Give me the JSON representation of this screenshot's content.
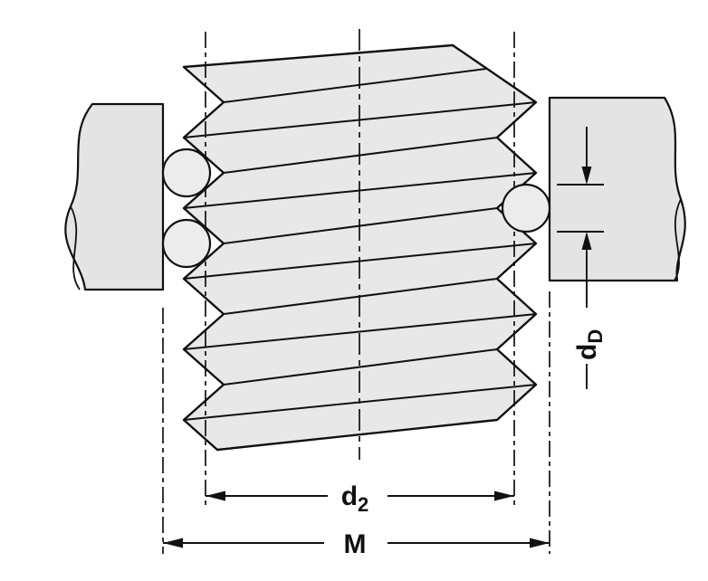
{
  "labels": {
    "pitch_diameter": {
      "base": "d",
      "sub": "2"
    },
    "measurement_over_wires": "M",
    "wire_diameter": {
      "base": "d",
      "sub": "D"
    }
  },
  "colors": {
    "surface_fill": "#e8e8e8",
    "line": "#111111",
    "background": "#ffffff"
  }
}
